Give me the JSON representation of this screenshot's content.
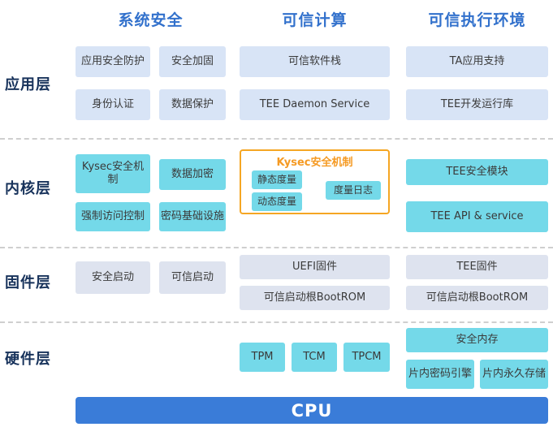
{
  "columns": [
    "系统安全",
    "可信计算",
    "可信执行环境"
  ],
  "layers": [
    "应用层",
    "内核层",
    "固件层",
    "硬件层"
  ],
  "app": {
    "sys": [
      "应用安全防护",
      "安全加固",
      "身份认证",
      "数据保护"
    ],
    "tc": [
      "可信软件栈",
      "TEE Daemon Service"
    ],
    "tee": [
      "TA应用支持",
      "TEE开发运行库"
    ]
  },
  "kernel": {
    "sys": [
      "Kysec安全机制",
      "数据加密",
      "强制访问控制",
      "密码基础设施"
    ],
    "tc_group": {
      "title": "Kysec安全机制",
      "items": [
        "静态度量",
        "动态度量",
        "度量日志"
      ]
    },
    "tee": [
      "TEE安全模块",
      "TEE API & service"
    ]
  },
  "firmware": {
    "sys": [
      "安全启动",
      "可信启动"
    ],
    "tc": [
      "UEFI固件",
      "可信启动根BootROM"
    ],
    "tee": [
      "TEE固件",
      "可信启动根BootROM"
    ]
  },
  "hardware": {
    "tc": [
      "TPM",
      "TCM",
      "TPCM"
    ],
    "tee": [
      "安全内存",
      "片内密码引擎",
      "片内永久存储"
    ]
  },
  "cpu_label": "CPU",
  "colors": {
    "title_blue": "#3271CC",
    "layer_label_navy": "#17325B",
    "light_blue_box": "#D8E4F6",
    "cyan_box": "#74D9E9",
    "gray_box": "#DEE3EF",
    "cpu_bar_blue": "#3A7CD8",
    "orange_accent": "#F59A23"
  }
}
